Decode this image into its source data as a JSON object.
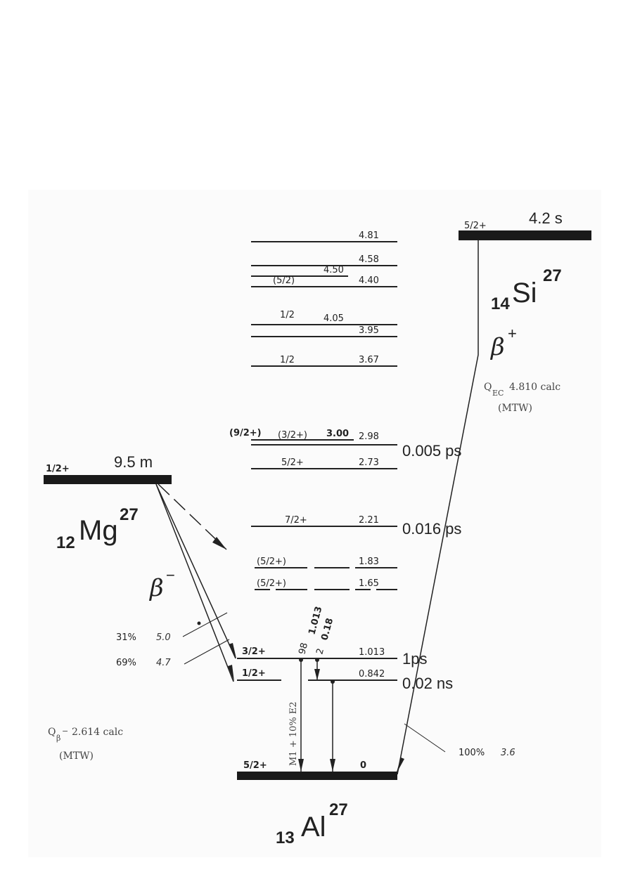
{
  "mg": {
    "spin": "1/2+",
    "halflife": "9.5 m",
    "z": "12",
    "symbol": "Mg",
    "a": "27",
    "decay": "β",
    "decay_sign": "−",
    "q_prefix": "Q",
    "q_sub": "β",
    "q_sup": "−",
    "q_value": "2.614 calc",
    "q_source": "(MTW)",
    "branches": [
      {
        "percent": "31%",
        "logft": "5.0"
      },
      {
        "percent": "69%",
        "logft": "4.7"
      }
    ]
  },
  "si": {
    "spin": "5/2+",
    "halflife": "4.2 s",
    "z": "14",
    "symbol": "Si",
    "a": "27",
    "decay": "β",
    "decay_sign": "+",
    "q_prefix": "Q",
    "q_sub": "EC",
    "q_value": "4.810 calc",
    "q_source": "(MTW)",
    "branch": {
      "percent": "100%",
      "logft": "3.6"
    }
  },
  "al": {
    "z": "13",
    "symbol": "Al",
    "a": "27",
    "levels": [
      {
        "energy": "4.81",
        "spin": ""
      },
      {
        "energy": "4.58",
        "spin": ""
      },
      {
        "energy": "4.50",
        "spin": ""
      },
      {
        "energy": "4.40",
        "spin": "(5/2)"
      },
      {
        "energy": "4.05",
        "spin": ""
      },
      {
        "energy": "3.95",
        "spin": "1/2"
      },
      {
        "energy": "3.67",
        "spin": "1/2"
      },
      {
        "energy": "3.00",
        "spin": "(3/2+)"
      },
      {
        "energy": "2.98",
        "spin": "(9/2+)",
        "halflife": "0.005 ps"
      },
      {
        "energy": "2.73",
        "spin": "5/2+"
      },
      {
        "energy": "2.21",
        "spin": "7/2+",
        "halflife": "0.016 ps"
      },
      {
        "energy": "1.83",
        "spin": "(5/2+)"
      },
      {
        "energy": "1.65",
        "spin": "(5/2+)"
      },
      {
        "energy": "1.013",
        "spin": "3/2+",
        "halflife": "1ps"
      },
      {
        "energy": "0.842",
        "spin": "1/2+",
        "halflife": "0.02 ns"
      },
      {
        "energy": "0",
        "spin": "5/2+"
      }
    ],
    "gammas": {
      "g1013_intensity": "98",
      "g1013_energy": "1.013",
      "g1013_mult": "M1 + 10% E2",
      "g018_intensity": "2",
      "g018_energy": "0.18"
    }
  }
}
